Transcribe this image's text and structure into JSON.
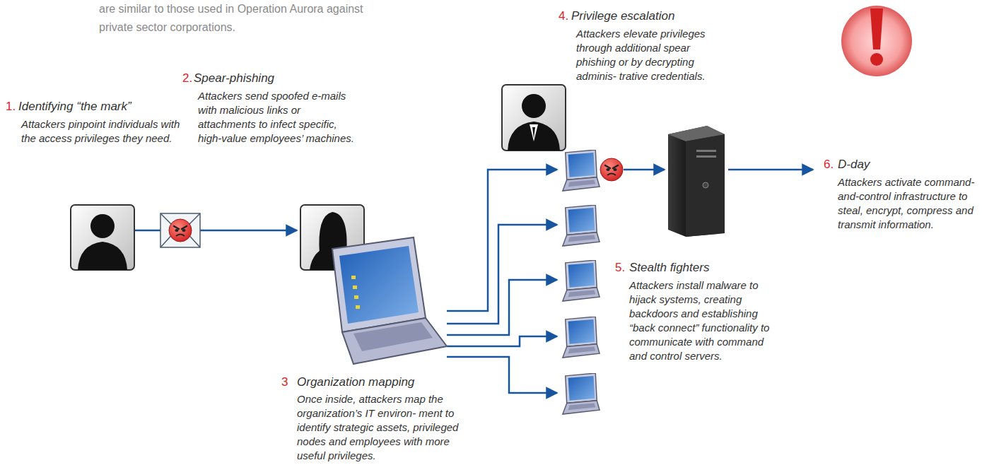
{
  "diagram": {
    "labels": [
      "are similar to those used in Operation Aurora against private sector corporations.",
      "1.",
      "Identifying “the mark”",
      "Attackers pinpoint individuals with the access privileges they need.",
      "2.",
      "Spear-phishing",
      "Attackers send spoofed e-mails with malicious links or attachments to infect specific, high-value employees’ machines.",
      "3",
      "Organization mapping",
      "Once inside, attackers map the organization’s IT environ- ment to identify strategic assets, privileged nodes and employees with more useful privileges.",
      "4.",
      "Privilege escalation",
      "Attackers elevate privileges through additional spear phishing or by decrypting adminis- trative credentials.",
      "5.",
      "Stealth fighters",
      "Attackers install malware to hijack systems, creating backdoors and establishing “back connect” functionality to communicate with command and control servers.",
      "6.",
      "D-day",
      "Attackers activate command-and-control infrastructure to steal, encrypt, compress and transmit information."
    ]
  }
}
